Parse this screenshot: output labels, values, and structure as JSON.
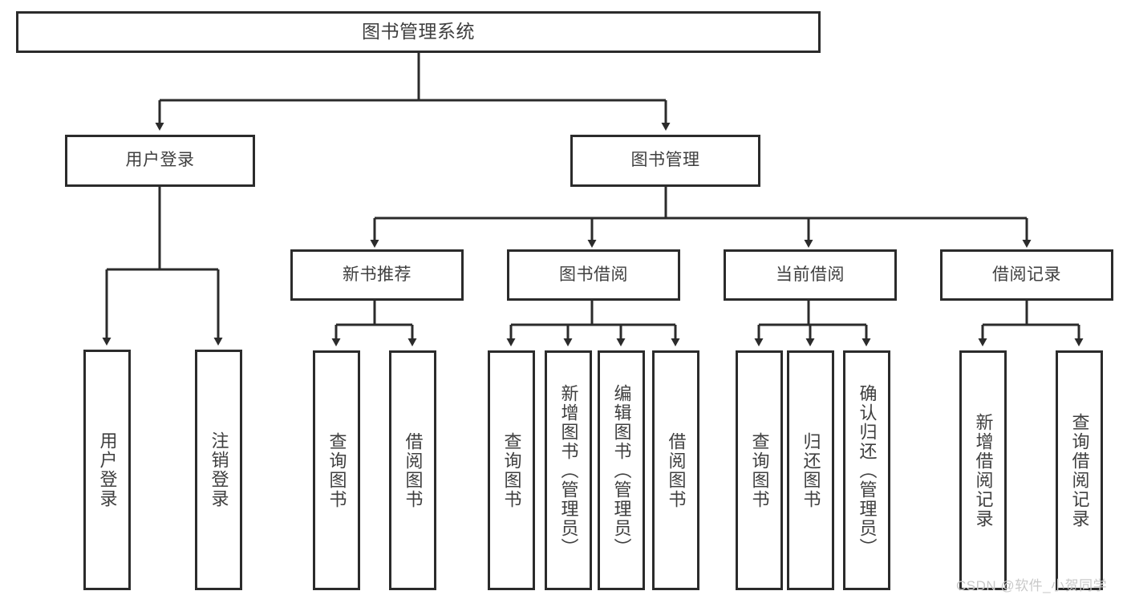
{
  "diagram": {
    "title": "图书管理系统",
    "watermark": "CSDN @软件_小贺同学",
    "colors": {
      "border": "#2b2b2b",
      "text": "#3f3f3f",
      "background": "#ffffff",
      "connector": "#2b2b2b",
      "watermark": "#c9c9c9"
    },
    "nodes": {
      "root": {
        "label": "图书管理系统"
      },
      "level2": [
        {
          "id": "user-login",
          "label": "用户登录"
        },
        {
          "id": "book-manage",
          "label": "图书管理"
        }
      ],
      "level3": [
        {
          "id": "new-book-rec",
          "label": "新书推荐"
        },
        {
          "id": "book-borrow",
          "label": "图书借阅"
        },
        {
          "id": "current-borrow",
          "label": "当前借阅"
        },
        {
          "id": "borrow-record",
          "label": "借阅记录"
        }
      ],
      "leaves": [
        {
          "id": "leaf-user-login",
          "label": "用户登录",
          "parent": "user-login"
        },
        {
          "id": "leaf-logout",
          "label": "注销登录",
          "parent": "user-login"
        },
        {
          "id": "leaf-query-book-1",
          "label": "查询图书",
          "parent": "new-book-rec"
        },
        {
          "id": "leaf-borrow-book-1",
          "label": "借阅图书",
          "parent": "new-book-rec"
        },
        {
          "id": "leaf-query-book-2",
          "label": "查询图书",
          "parent": "book-borrow"
        },
        {
          "id": "leaf-add-book",
          "label": "新增图书（管理员）",
          "parent": "book-borrow"
        },
        {
          "id": "leaf-edit-book",
          "label": "编辑图书（管理员）",
          "parent": "book-borrow"
        },
        {
          "id": "leaf-borrow-book-2",
          "label": "借阅图书",
          "parent": "book-borrow"
        },
        {
          "id": "leaf-query-book-3",
          "label": "查询图书",
          "parent": "current-borrow"
        },
        {
          "id": "leaf-return-book",
          "label": "归还图书",
          "parent": "current-borrow"
        },
        {
          "id": "leaf-confirm-return",
          "label": "确认归还（管理员）",
          "parent": "current-borrow"
        },
        {
          "id": "leaf-add-record",
          "label": "新增借阅记录",
          "parent": "borrow-record"
        },
        {
          "id": "leaf-query-record",
          "label": "查询借阅记录",
          "parent": "borrow-record"
        }
      ]
    }
  }
}
